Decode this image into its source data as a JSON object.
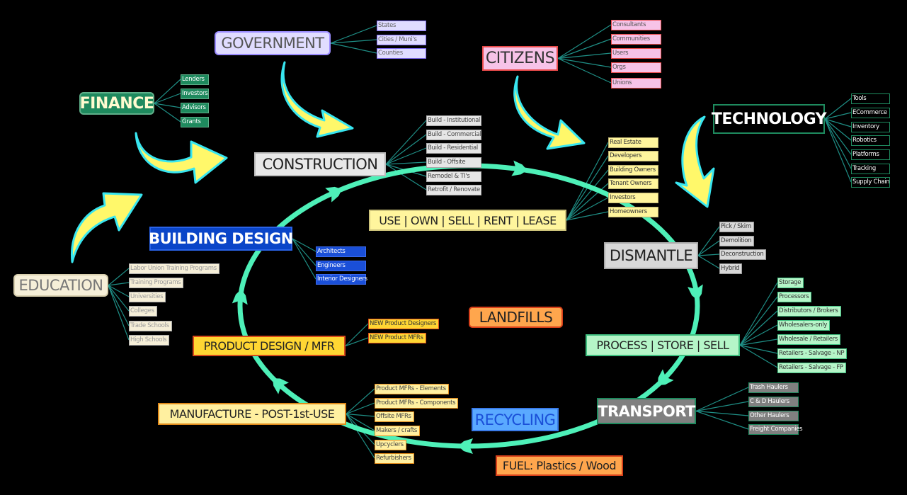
{
  "colors": {
    "background": "#000000",
    "cycle": "#4ef0b8",
    "arrow_fill": "#fff86a",
    "arrow_outline": "#38e6f0",
    "connector": "#1f8f86"
  },
  "nodes": {
    "government": {
      "label": "GOVERNMENT",
      "children": [
        "States",
        "Cities / Muni's",
        "Counties"
      ]
    },
    "finance": {
      "label": "FINANCE",
      "children": [
        "Lenders",
        "Investors",
        "Advisors",
        "Grants"
      ]
    },
    "construction": {
      "label": "CONSTRUCTION",
      "children": [
        "Build - Institutional",
        "Build - Commercial",
        "Build - Residential",
        "Build - Offsite",
        "Remodel & TI's",
        "Retrofit / Renovate"
      ]
    },
    "citizens": {
      "label": "CITIZENS",
      "children": [
        "Consultants",
        "Communities",
        "Users",
        "Orgs",
        "Unions"
      ]
    },
    "technology": {
      "label": "TECHNOLOGY",
      "children": [
        "Tools",
        "ECommerce",
        "Inventory",
        "Robotics",
        "Platforms",
        "Tracking",
        "Supply Chain"
      ]
    },
    "use": {
      "label": "USE | OWN | SELL | RENT | LEASE",
      "children": [
        "Real Estate",
        "Developers",
        "Building Owners",
        "Tenant Owners",
        "Investors",
        "Homeowners"
      ]
    },
    "building_design": {
      "label": "BUILDING DESIGN",
      "children": [
        "Architects",
        "Engineers",
        "Interior Designers"
      ]
    },
    "dismantle": {
      "label": "DISMANTLE",
      "children": [
        "Pick / Skim",
        "Demolition",
        "Deconstruction",
        "Hybrid"
      ]
    },
    "education": {
      "label": "EDUCATION",
      "children": [
        "Labor Union Training Programs",
        "Training Programs",
        "Universities",
        "Colleges",
        "Trade Schools",
        "High Schools"
      ]
    },
    "landfills": {
      "label": "LANDFILLS",
      "children": []
    },
    "process": {
      "label": "PROCESS | STORE | SELL",
      "children": [
        "Storage",
        "Processors",
        "Distributors / Brokers",
        "Wholesalers-only",
        "Wholesale / Retailers",
        "Retailers - Salvage - NP",
        "Retailers - Salvage - FP"
      ]
    },
    "product_design": {
      "label": "PRODUCT DESIGN / MFR",
      "children": [
        "NEW Product Designers",
        "NEW Product MFRs"
      ]
    },
    "manufacture": {
      "label": "MANUFACTURE - POST-1st-USE",
      "children": [
        "Product MFRs - Elements",
        "Product MFRs - Components",
        "Offsite MFRs",
        "Makers / crafts",
        "Upcyclers",
        "Refurbishers"
      ]
    },
    "recycling": {
      "label": "RECYCLING",
      "children": []
    },
    "transport": {
      "label": "TRANSPORT",
      "children": [
        "Trash Haulers",
        "C & D Haulers",
        "Other Haulers",
        "Freight Companies"
      ]
    },
    "fuel": {
      "label": "FUEL: Plastics / Wood",
      "children": []
    }
  }
}
